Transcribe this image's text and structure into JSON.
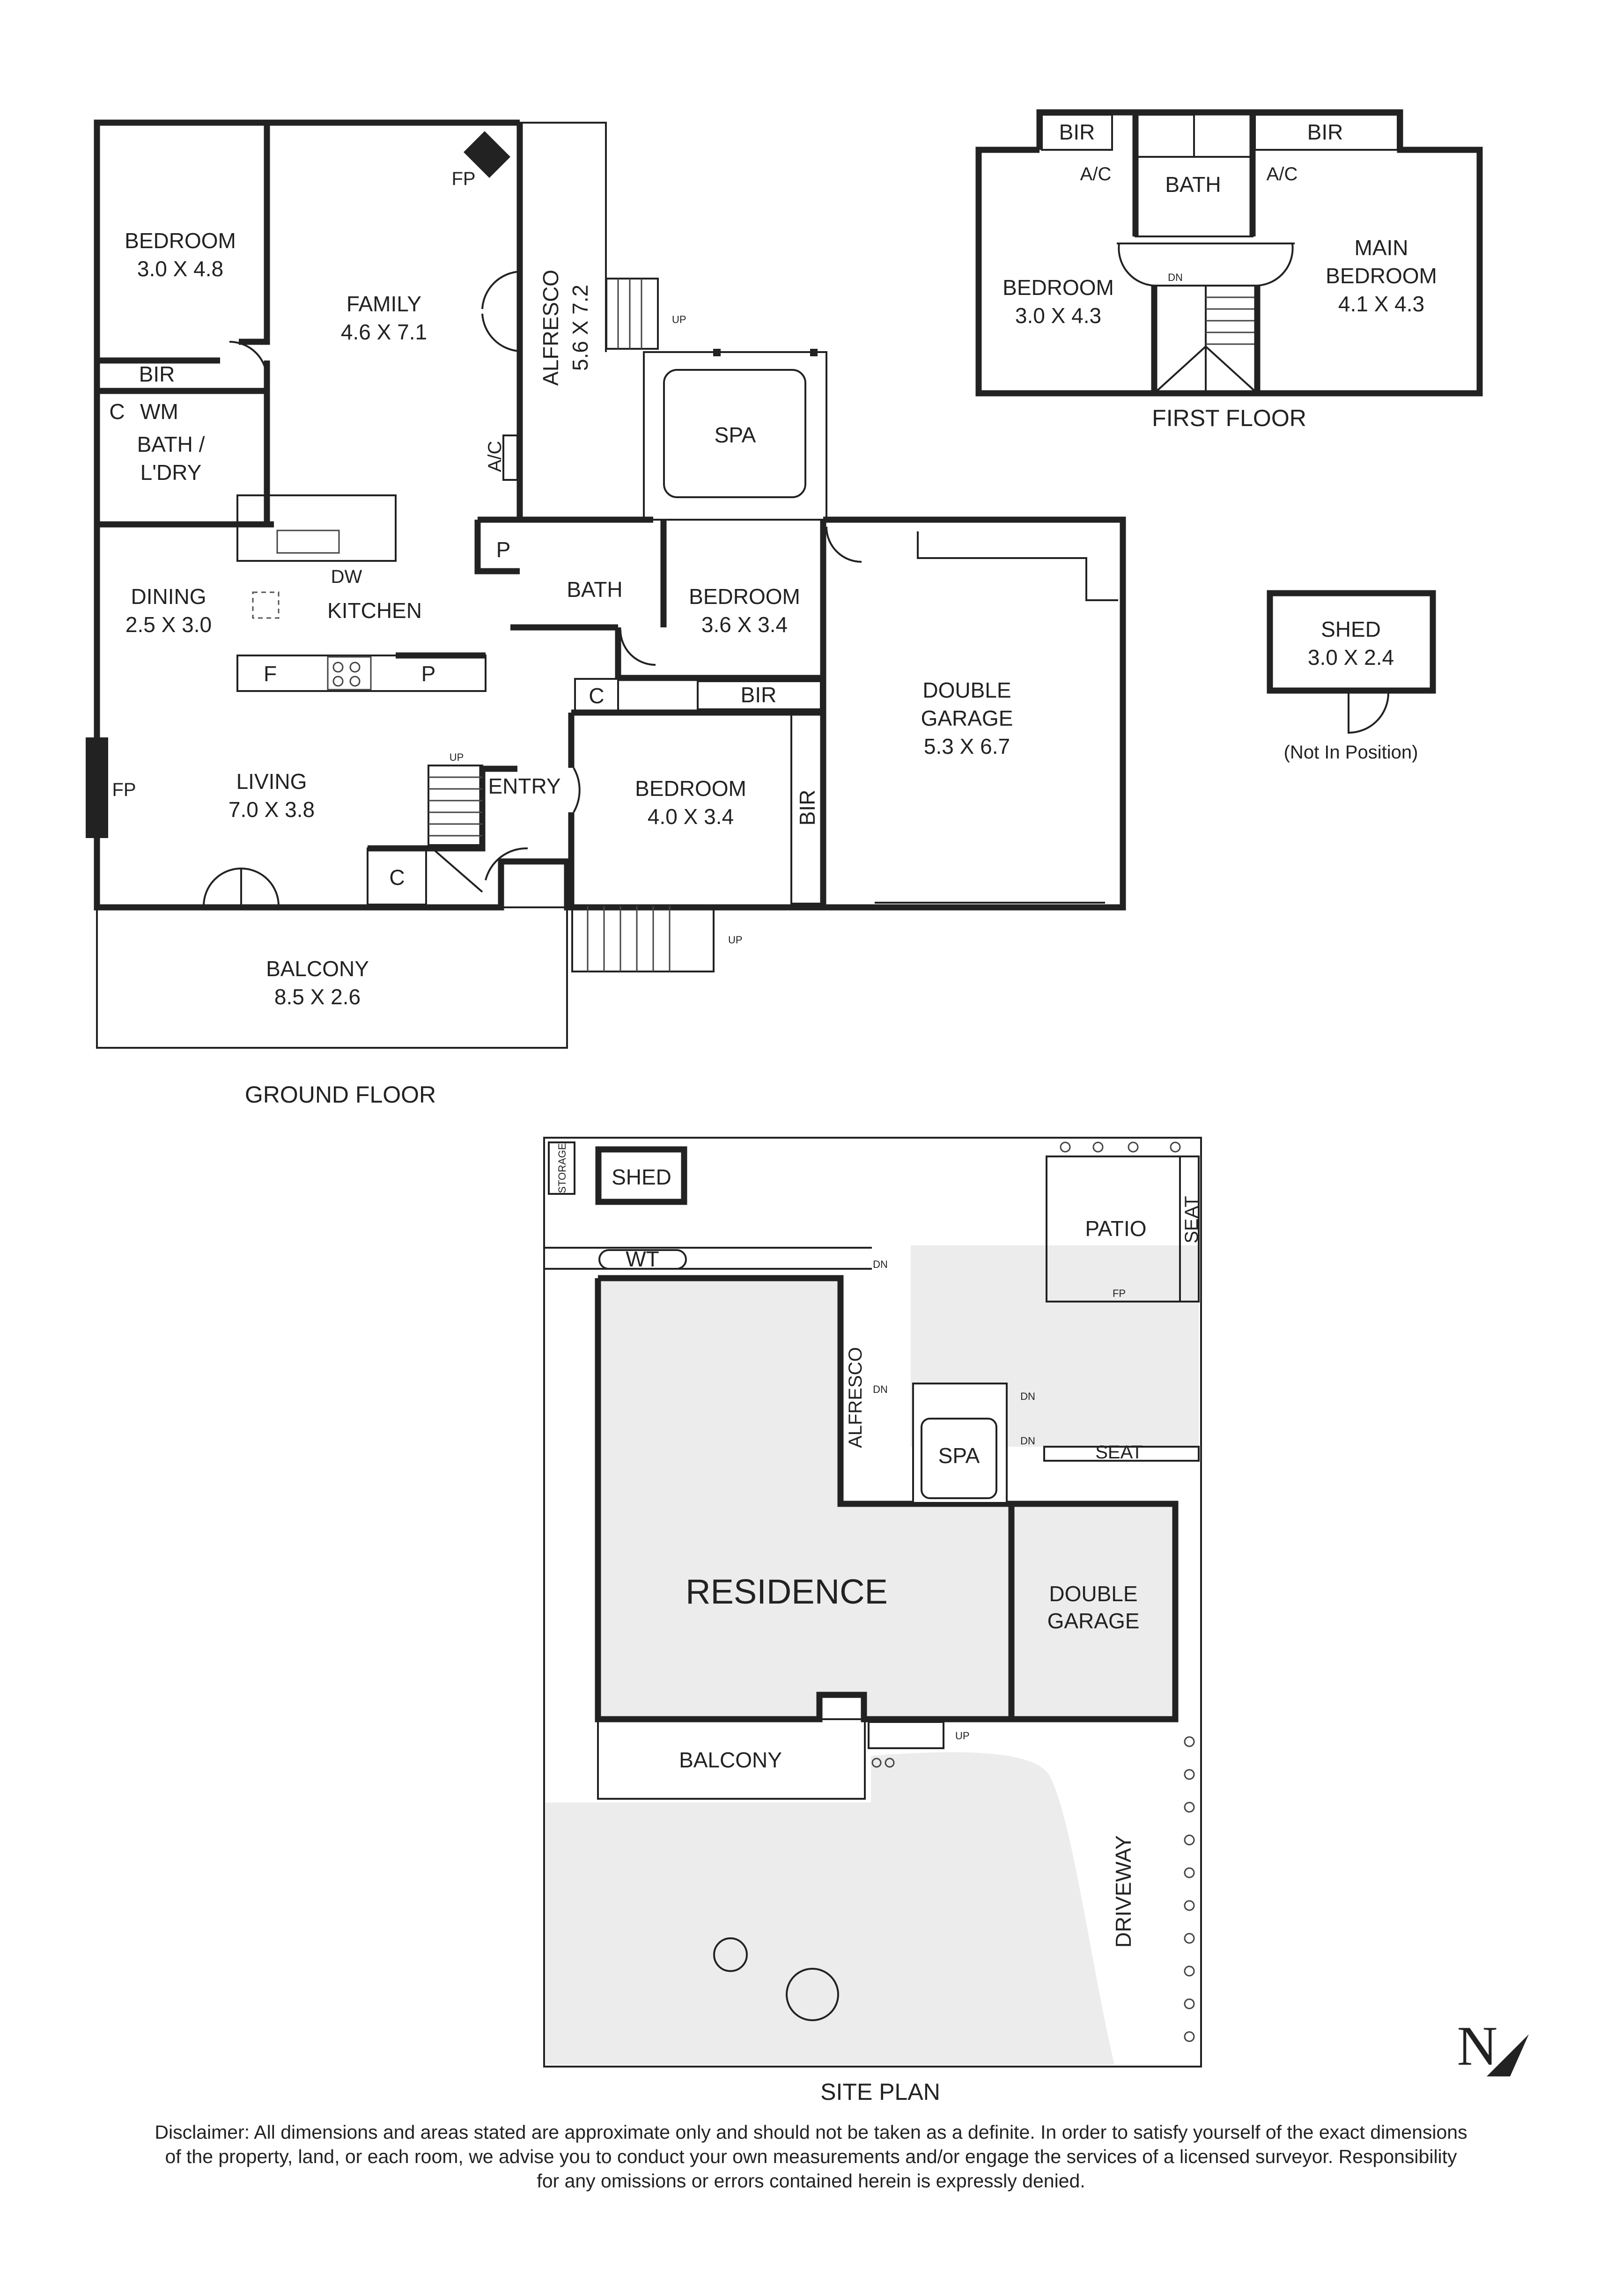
{
  "ground_floor": {
    "title": "GROUND FLOOR",
    "rooms": {
      "bedroom_nw": {
        "name": "BEDROOM",
        "dims": "3.0 X 4.8"
      },
      "family": {
        "name": "FAMILY",
        "dims": "4.6 X 7.1"
      },
      "alfresco": {
        "name": "ALFRESCO",
        "dims": "5.6 X 7.2"
      },
      "spa": "SPA",
      "bir": "BIR",
      "c": "C",
      "wm": "WM",
      "bath_ldry": {
        "line1": "BATH /",
        "line2": "L'DRY"
      },
      "ac": "A/C",
      "fp": "FP",
      "dining": {
        "name": "DINING",
        "dims": "2.5 X 3.0"
      },
      "kitchen": "KITCHEN",
      "dw": "DW",
      "f": "F",
      "p": "P",
      "bath": "BATH",
      "bedroom_mid": {
        "name": "BEDROOM",
        "dims": "3.6 X 3.4"
      },
      "garage": {
        "line1": "DOUBLE",
        "line2": "GARAGE",
        "dims": "5.3 X 6.7"
      },
      "living": {
        "name": "LIVING",
        "dims": "7.0 X 3.8"
      },
      "entry": "ENTRY",
      "up": "UP",
      "bedroom_se": {
        "name": "BEDROOM",
        "dims": "4.0 X 3.4"
      },
      "balcony": {
        "name": "BALCONY",
        "dims": "8.5 X 2.6"
      }
    }
  },
  "first_floor": {
    "title": "FIRST FLOOR",
    "rooms": {
      "bir": "BIR",
      "ac": "A/C",
      "bath": "BATH",
      "bedroom": {
        "name": "BEDROOM",
        "dims": "3.0 X 4.3"
      },
      "main_bedroom": {
        "line1": "MAIN",
        "line2": "BEDROOM",
        "dims": "4.1 X 4.3"
      },
      "dn": "DN"
    }
  },
  "shed": {
    "name": "SHED",
    "dims": "3.0 X 2.4",
    "note": "(Not In Position)"
  },
  "site_plan": {
    "title": "SITE PLAN",
    "labels": {
      "storage": "STORAGE",
      "shed": "SHED",
      "wt": "WT",
      "patio": "PATIO",
      "seat": "SEAT",
      "fp": "FP",
      "dn": "DN",
      "alfresco": "ALFRESCO",
      "spa": "SPA",
      "residence": "RESIDENCE",
      "garage_line1": "DOUBLE",
      "garage_line2": "GARAGE",
      "balcony": "BALCONY",
      "up": "UP",
      "driveway": "DRIVEWAY"
    }
  },
  "compass": {
    "letter": "N"
  },
  "disclaimer": {
    "line1": "Disclaimer: All dimensions and areas stated are approximate only and should not be taken as a definite. In order to satisfy yourself of the exact dimensions",
    "line2": "of the property, land, or each room, we advise you to conduct your own measurements and/or engage the services of a licensed surveyor. Responsibility",
    "line3": "for any omissions or errors contained herein is expressly denied."
  }
}
